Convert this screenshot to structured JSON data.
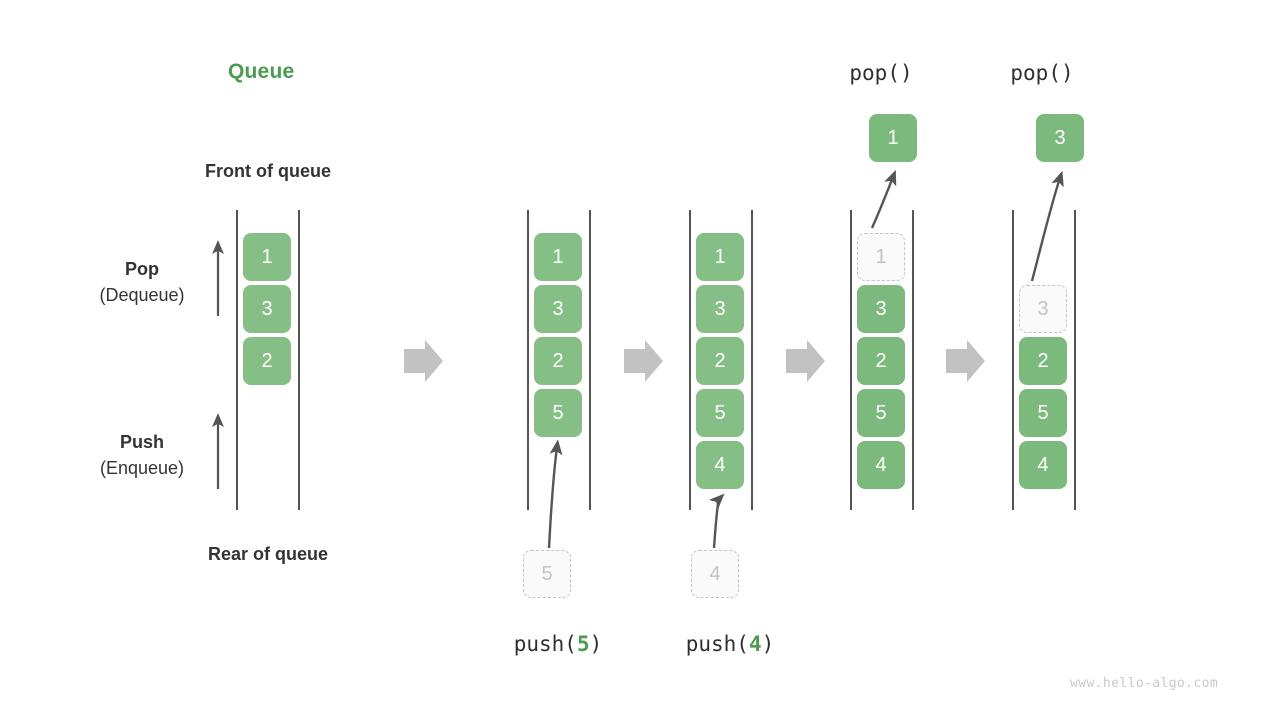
{
  "diagram": {
    "title": "Queue",
    "watermark": "www.hello-algo.com",
    "front_label": "Front of queue",
    "rear_label": "Rear of queue",
    "pop_side": {
      "title": "Pop",
      "subtitle": "(Dequeue)"
    },
    "push_side": {
      "title": "Push",
      "subtitle": "(Enqueue)"
    },
    "colors": {
      "accent_green": "#4e9a51",
      "box_green": "#86bf85",
      "ghost_gray": "#c4c4c4",
      "rail_gray": "#555555",
      "arrow_gray": "#c2c2c2",
      "curve_gray": "#555555",
      "text_dark": "#333333",
      "watermark_gray": "#c9c9c9"
    },
    "stages": [
      {
        "id": "stage-initial",
        "name": "initial-queue",
        "caption": "",
        "op_label": "",
        "items": [
          {
            "value": "1",
            "state": "solid"
          },
          {
            "value": "3",
            "state": "solid"
          },
          {
            "value": "2",
            "state": "solid"
          }
        ],
        "incoming": null,
        "outgoing": null
      },
      {
        "id": "stage-push-5",
        "name": "after-push-5",
        "caption": "push(5)",
        "caption_fn": "push",
        "caption_arg": "5",
        "op_label": "",
        "items": [
          {
            "value": "1",
            "state": "solid"
          },
          {
            "value": "3",
            "state": "solid"
          },
          {
            "value": "2",
            "state": "solid"
          },
          {
            "value": "5",
            "state": "solid"
          }
        ],
        "incoming": {
          "value": "5",
          "state": "ghost"
        },
        "outgoing": null
      },
      {
        "id": "stage-push-4",
        "name": "after-push-4",
        "caption": "push(4)",
        "caption_fn": "push",
        "caption_arg": "4",
        "op_label": "",
        "items": [
          {
            "value": "1",
            "state": "solid"
          },
          {
            "value": "3",
            "state": "solid"
          },
          {
            "value": "2",
            "state": "solid"
          },
          {
            "value": "5",
            "state": "solid"
          },
          {
            "value": "4",
            "state": "solid"
          }
        ],
        "incoming": {
          "value": "4",
          "state": "ghost"
        },
        "outgoing": null
      },
      {
        "id": "stage-pop-1",
        "name": "after-pop-1",
        "caption": "",
        "op_label": "pop()",
        "items": [
          {
            "value": "1",
            "state": "ghost"
          },
          {
            "value": "3",
            "state": "solid"
          },
          {
            "value": "2",
            "state": "solid"
          },
          {
            "value": "5",
            "state": "solid"
          },
          {
            "value": "4",
            "state": "solid"
          }
        ],
        "incoming": null,
        "outgoing": {
          "value": "1",
          "state": "solid"
        }
      },
      {
        "id": "stage-pop-3",
        "name": "after-pop-3",
        "caption": "",
        "op_label": "pop()",
        "items": [
          {
            "value": "",
            "state": "empty"
          },
          {
            "value": "3",
            "state": "ghost"
          },
          {
            "value": "2",
            "state": "solid"
          },
          {
            "value": "5",
            "state": "solid"
          },
          {
            "value": "4",
            "state": "solid"
          }
        ],
        "incoming": null,
        "outgoing": {
          "value": "3",
          "state": "solid"
        }
      }
    ],
    "transition_arrows": 4
  }
}
